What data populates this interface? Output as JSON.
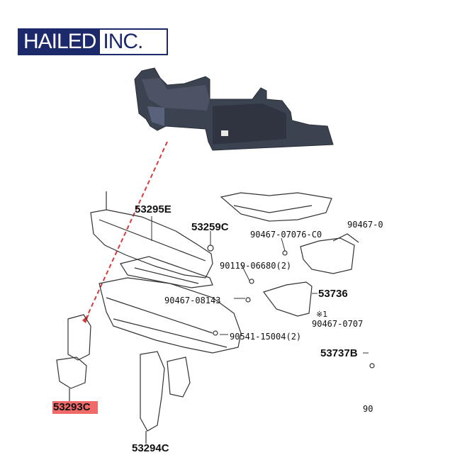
{
  "logo": {
    "left_text": "HAILED",
    "right_text": "INC.",
    "color": "#1c2a6b"
  },
  "highlight_color": "#f06a6a",
  "parts": {
    "p53295E": "53295E",
    "p53259C": "53259C",
    "p90467_07076": "90467-07076-C0",
    "p90467_right": "90467-0",
    "p90119": "90119-06680(2)",
    "p90467_08143": "90467-08143",
    "p53736": "53736",
    "p_star1": "※1",
    "p90467_0707": "90467-0707",
    "p90541": "90541-15004(2)",
    "p53737B": "53737B",
    "p53293C": "53293C",
    "p53294C": "53294C",
    "p90_edge": "90"
  }
}
